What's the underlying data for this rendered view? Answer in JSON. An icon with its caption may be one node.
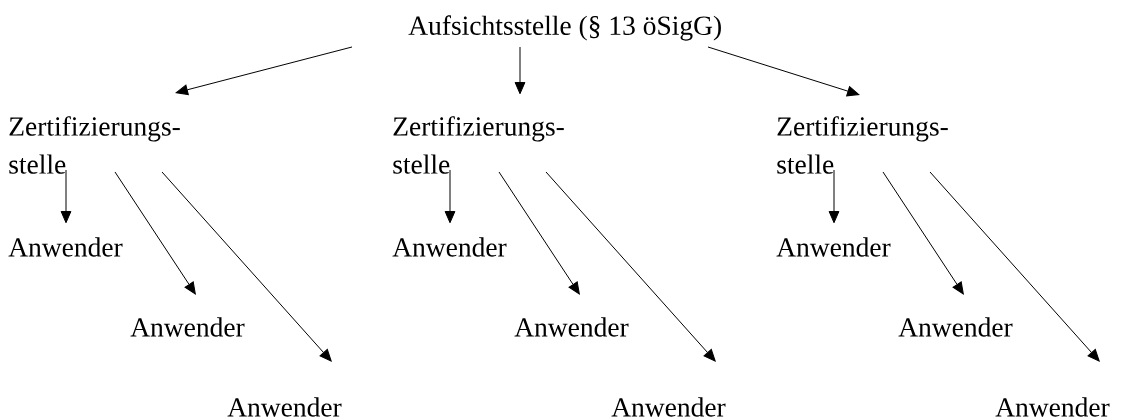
{
  "diagram": {
    "nodes": [
      {
        "text": [
          "Aufsichtsstelle (§ 13 öSigG)"
        ]
      },
      {
        "text": [
          "Zertifizierungs- stelle"
        ]
      },
      {
        "text": [
          "Zertifizierungs- stelle"
        ]
      },
      {
        "text": [
          "Zertifizierungs- stelle"
        ]
      },
      {
        "text": [
          "Anwender"
        ]
      },
      {
        "text": [
          "Anwender"
        ]
      },
      {
        "text": [
          "Anwender"
        ]
      },
      {
        "text": [
          "Anwender"
        ]
      },
      {
        "text": [
          "Anwender"
        ]
      },
      {
        "text": [
          "Anwender"
        ]
      },
      {
        "text": [
          "Anwender"
        ]
      },
      {
        "text": [
          "Anwender"
        ]
      },
      {
        "text": [
          "Anwender"
        ]
      }
    ],
    "edges": [
      {
        "from": 0,
        "to": 1,
        "arrow": "to"
      },
      {
        "from": 0,
        "to": 2,
        "arrow": "to"
      },
      {
        "from": 0,
        "to": 3,
        "arrow": "to"
      },
      {
        "from": 1,
        "to": 4,
        "arrow": "to"
      },
      {
        "from": 1,
        "to": 7,
        "arrow": "to"
      },
      {
        "from": 1,
        "to": 10,
        "arrow": "to"
      },
      {
        "from": 2,
        "to": 5,
        "arrow": "to"
      },
      {
        "from": 2,
        "to": 8,
        "arrow": "to"
      },
      {
        "from": 2,
        "to": 11,
        "arrow": "to"
      },
      {
        "from": 3,
        "to": 6,
        "arrow": "to"
      },
      {
        "from": 3,
        "to": 9,
        "arrow": "to"
      },
      {
        "from": 3,
        "to": 12,
        "arrow": "to"
      }
    ]
  }
}
